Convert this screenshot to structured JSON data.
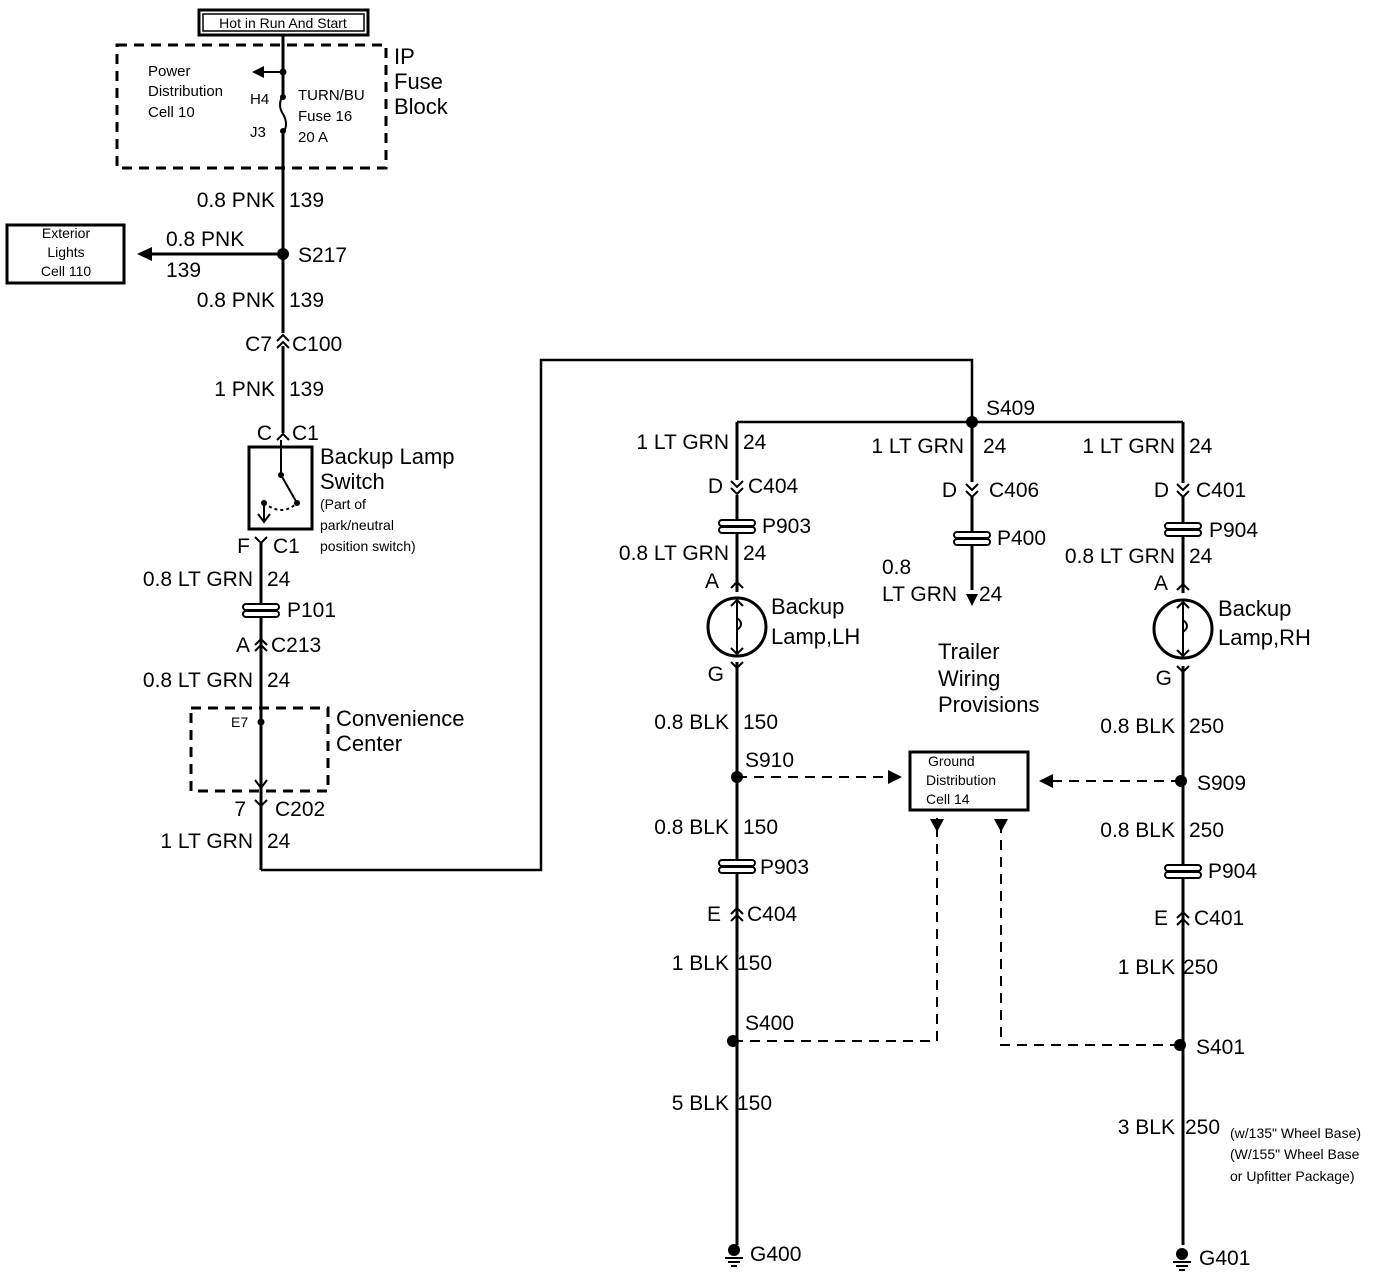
{
  "top_power": {
    "label": "Hot in Run And Start"
  },
  "fuse_block": {
    "title_lines": [
      "IP",
      "Fuse",
      "Block"
    ],
    "power_dist": [
      "Power",
      "Distribution",
      "Cell 10"
    ],
    "fuse": [
      "TURN/BU",
      "Fuse 16",
      "20 A"
    ],
    "pin_in": "H4",
    "pin_out": "J3"
  },
  "exterior_lights": {
    "lines": [
      "Exterior",
      "Lights",
      "Cell 110"
    ],
    "wire": "0.8 PNK",
    "circuit": "139"
  },
  "left_chain": {
    "w1_gauge": "0.8 PNK",
    "w1_circuit": "139",
    "splice_s217": "S217",
    "w2_gauge": "0.8 PNK",
    "w2_circuit": "139",
    "c7": "C7",
    "c100": "C100",
    "w3_gauge": "1 PNK",
    "w3_circuit": "139",
    "switch_c": "C",
    "switch_c1_top": "C1",
    "switch_label": [
      "Backup Lamp",
      "Switch"
    ],
    "switch_note": [
      "(Part of",
      "park/neutral",
      "position switch)"
    ],
    "switch_f": "F",
    "switch_c1_bot": "C1",
    "w4_gauge": "0.8 LT GRN",
    "w4_circuit": "24",
    "p101": "P101",
    "c213_a": "A",
    "c213": "C213",
    "w5_gauge": "0.8 LT GRN",
    "w5_circuit": "24",
    "conv_pin": "E7",
    "conv_label": [
      "Convenience",
      "Center"
    ],
    "c202_pin": "7",
    "c202": "C202",
    "w6_gauge": "1 LT GRN",
    "w6_circuit": "24"
  },
  "splice_s409": "S409",
  "lh": {
    "w1_gauge": "1 LT GRN",
    "w1_circuit": "24",
    "pin_d": "D",
    "conn": "C404",
    "p_label": "P903",
    "w2_gauge": "0.8 LT GRN",
    "w2_circuit": "24",
    "pin_a": "A",
    "lamp_label": [
      "Backup",
      "Lamp,LH"
    ],
    "pin_g": "G",
    "w3_gauge": "0.8 BLK",
    "w3_circuit": "150",
    "splice1": "S910",
    "w4_gauge": "0.8 BLK",
    "w4_circuit": "150",
    "p_label2": "P903",
    "pin_e": "E",
    "conn2": "C404",
    "w5_gauge": "1 BLK",
    "w5_circuit": "150",
    "splice2": "S400",
    "w6_gauge": "5 BLK",
    "w6_circuit": "150",
    "ground": "G400"
  },
  "trailer": {
    "w1_gauge": "1 LT GRN",
    "w1_circuit": "24",
    "pin_d": "D",
    "conn": "C406",
    "p_label": "P400",
    "w2_gauge_lines": [
      "0.8",
      "LT GRN"
    ],
    "w2_circuit": "24",
    "label": [
      "Trailer",
      "Wiring",
      "Provisions"
    ]
  },
  "rh": {
    "w1_gauge": "1 LT GRN",
    "w1_circuit": "24",
    "pin_d": "D",
    "conn": "C401",
    "p_label": "P904",
    "w2_gauge": "0.8 LT GRN",
    "w2_circuit": "24",
    "pin_a": "A",
    "lamp_label": [
      "Backup",
      "Lamp,RH"
    ],
    "pin_g": "G",
    "w3_gauge": "0.8 BLK",
    "w3_circuit": "250",
    "splice1": "S909",
    "w4_gauge": "0.8 BLK",
    "w4_circuit": "250",
    "p_label2": "P904",
    "pin_e": "E",
    "conn2": "C401",
    "w5_gauge": "1 BLK",
    "w5_circuit": "250",
    "splice2": "S401",
    "w6_gauge": "3 BLK",
    "w6_circuit": "250",
    "w6_note": [
      "(w/135\" Wheel Base)",
      "(W/155\" Wheel Base",
      "or Upfitter Package)"
    ],
    "ground": "G401"
  },
  "ground_dist": {
    "lines": [
      "Ground",
      "Distribution",
      "Cell 14"
    ]
  }
}
